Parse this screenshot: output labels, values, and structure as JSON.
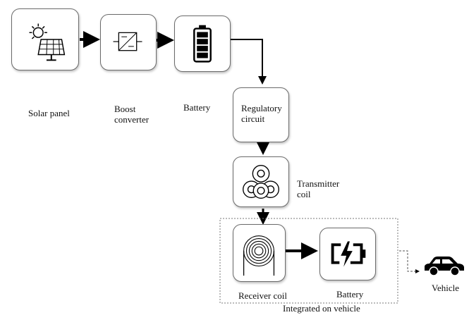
{
  "labels": {
    "solar_panel": "Solar panel",
    "boost_converter": "Boost\nconverter",
    "battery_top": "Battery",
    "regulatory_circuit": "Regulatory\ncircuit",
    "transmitter_coil": "Transmitter\ncoil",
    "receiver_coil": "Receiver coil",
    "battery_vehicle": "Battery",
    "integrated_on_vehicle": "Integrated on vehicle",
    "vehicle": "Vehicle"
  },
  "icons": {
    "solar_panel": "solar-panel-icon",
    "boost_converter": "dc-dc-converter-icon",
    "battery_top": "battery-full-icon",
    "transmitter_coil": "coil-rolls-icon",
    "receiver_coil": "spiral-coil-icon",
    "battery_vehicle": "battery-charging-icon",
    "vehicle": "car-icon"
  }
}
